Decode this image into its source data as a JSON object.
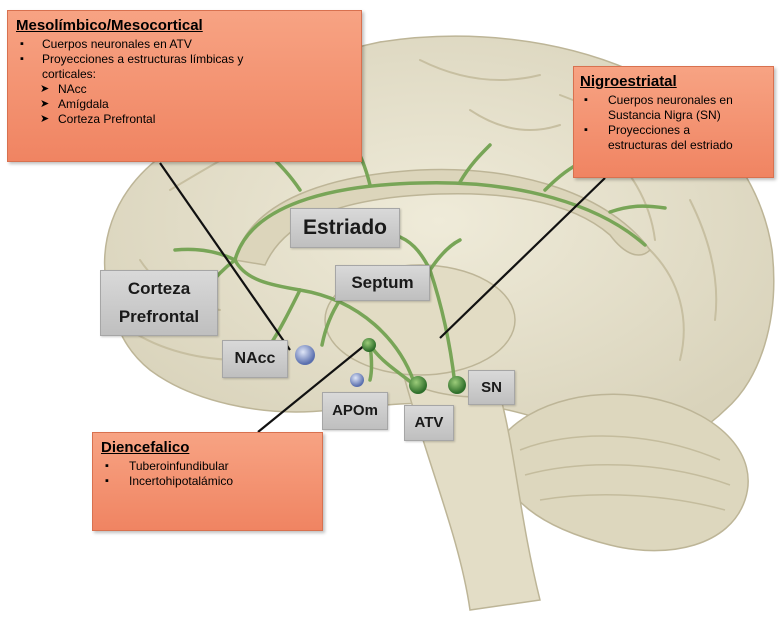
{
  "boxes": {
    "meso": {
      "title": "Mesolímbico/Mesocortical",
      "items": [
        "Cuerpos neuronales en ATV",
        "Proyecciones a estructuras límbicas y",
        "corticales:"
      ],
      "subitems": [
        "NAcc",
        "Amígdala",
        "Corteza Prefrontal"
      ]
    },
    "nigro": {
      "title": "Nigroestriatal",
      "items_1": [
        "Cuerpos neuronales en",
        "Sustancia Nigra (SN)"
      ],
      "items_2": [
        "Proyecciones a",
        "estructuras del estriado"
      ]
    },
    "dien": {
      "title": "Diencefalico",
      "items": [
        "Tuberoinfundibular",
        "Incertohipotalámico"
      ]
    }
  },
  "labels": {
    "estriado": "Estriado",
    "septum": "Septum",
    "corteza_line1": "Corteza",
    "corteza_line2": "Prefrontal",
    "nacc": "NAcc",
    "apom": "APOm",
    "atv": "ATV",
    "sn": "SN"
  },
  "colors": {
    "box_fill": "#f08462",
    "label_fill": "#c8c8c8",
    "pathway_green": "#6c9a4a",
    "nucleus_green": "#3f8a3a",
    "nucleus_blue": "#7f95c8",
    "brain_tissue": "#e6e1cd"
  }
}
